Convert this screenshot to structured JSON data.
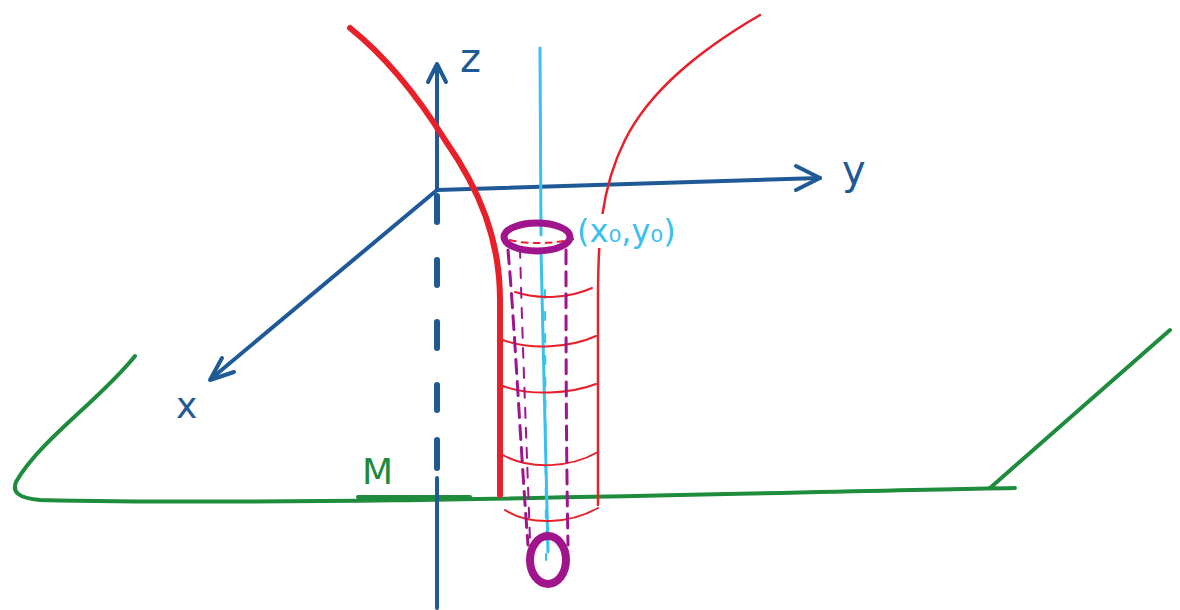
{
  "diagram": {
    "labels": [
      "z",
      "y",
      "x",
      "M",
      "(x₀,y₀)"
    ]
  }
}
